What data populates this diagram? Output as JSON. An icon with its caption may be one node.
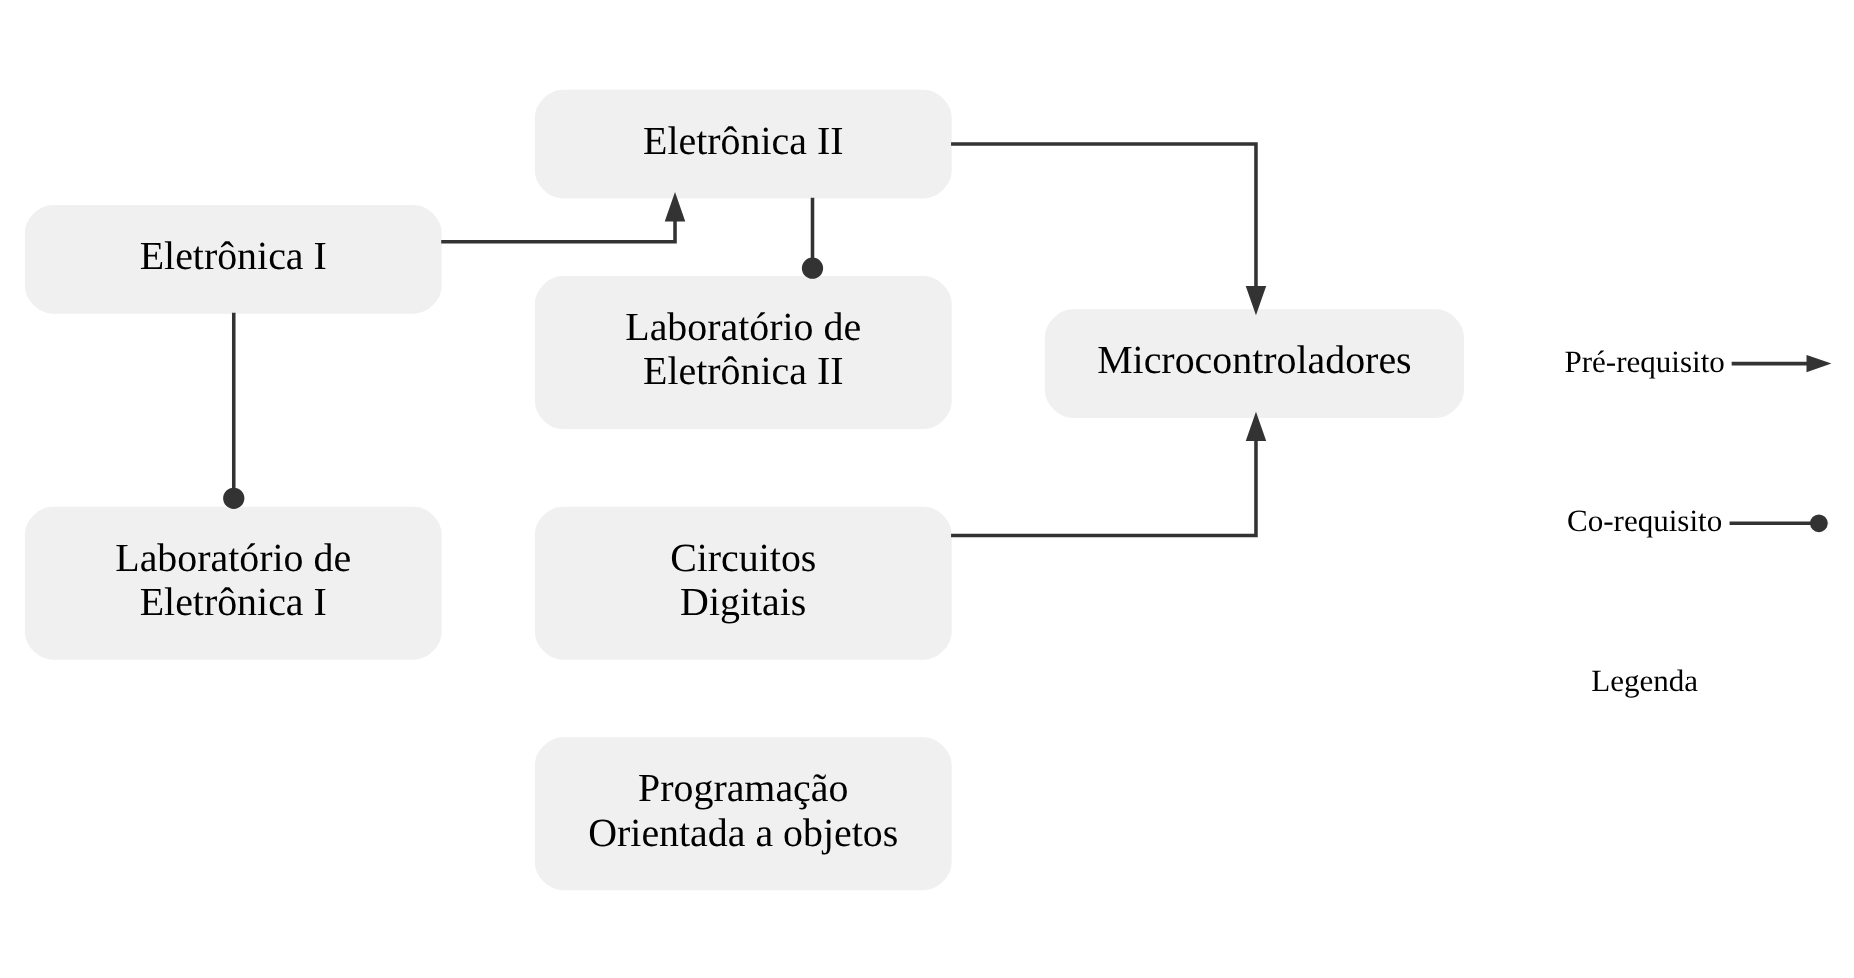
{
  "diagram": {
    "nodes": [
      {
        "text": [
          "Eletrônica I"
        ]
      },
      {
        "text": [
          "Laboratório de Eletrônica I"
        ]
      },
      {
        "text": [
          "Eletrônica II"
        ]
      },
      {
        "text": [
          "Laboratório de Eletrônica II"
        ]
      },
      {
        "text": [
          "Circuitos Digitais"
        ]
      },
      {
        "text": [
          "Microcontroladores"
        ]
      },
      {
        "text": [
          "Programação Orientada a objetos"
        ]
      }
    ],
    "edges": [
      {
        "from": 0,
        "to": 2,
        "arrow": "to"
      },
      {
        "from": 0,
        "to": 1,
        "arrow": "other"
      },
      {
        "from": 2,
        "to": 3,
        "arrow": "other"
      },
      {
        "from": 2,
        "to": 5,
        "arrow": "to"
      },
      {
        "from": 4,
        "to": 5,
        "arrow": "to"
      }
    ],
    "labels": [
      "Legenda"
    ],
    "legend": [
      {
        "text": "Pré-requisito"
      },
      {
        "text": "Co-requisito"
      }
    ]
  }
}
